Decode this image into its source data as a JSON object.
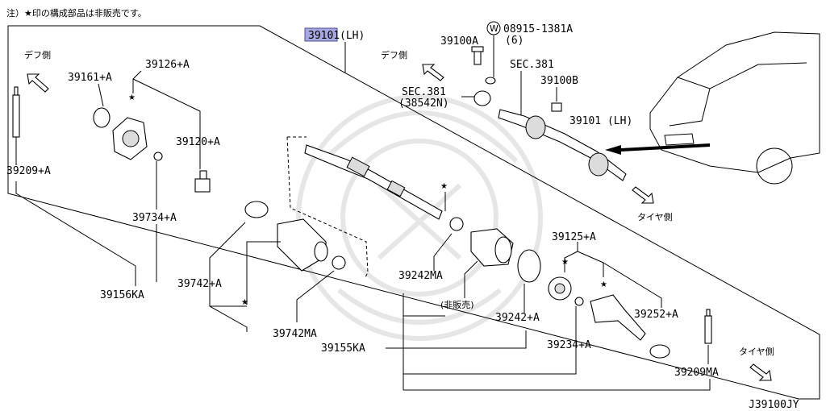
{
  "header": {
    "note": "注）★印の構成部品は非販売です。",
    "highlight_part": "39101",
    "highlight_side": "(LH)",
    "diagram_code": "J39100JY"
  },
  "directions": {
    "diff_left": "デフ側",
    "diff_center": "デフ側",
    "tire_center": "タイヤ側",
    "tire_right": "タイヤ側"
  },
  "parts": {
    "p39161": "39161+A",
    "p39126": "39126+A",
    "p39120": "39120+A",
    "p39209": "39209+A",
    "p39734": "39734+A",
    "p39156": "39156KA",
    "p39742a": "39742+A",
    "p39742ma": "39742MA",
    "p39242ma": "39242MA",
    "not_sold": "(非販売)",
    "p39242a": "39242+A",
    "p39155": "39155KA",
    "p39100a": "39100A",
    "washer_symbol": "W",
    "washer_code": "08915-1381A",
    "washer_qty": "(6)",
    "sec381_top": "SEC.381",
    "p39100b": "39100B",
    "sec381_left": "SEC.381",
    "p38542": "(38542N)",
    "p39101_lh": "39101 (LH)",
    "p39125": "39125+A",
    "p39252": "39252+A",
    "p39234": "39234+A",
    "p39209ma": "39209MA"
  },
  "markers": {
    "star": "★"
  },
  "colors": {
    "highlight_fill": "#a8a8e0",
    "highlight_stroke": "#4a4a9a"
  }
}
